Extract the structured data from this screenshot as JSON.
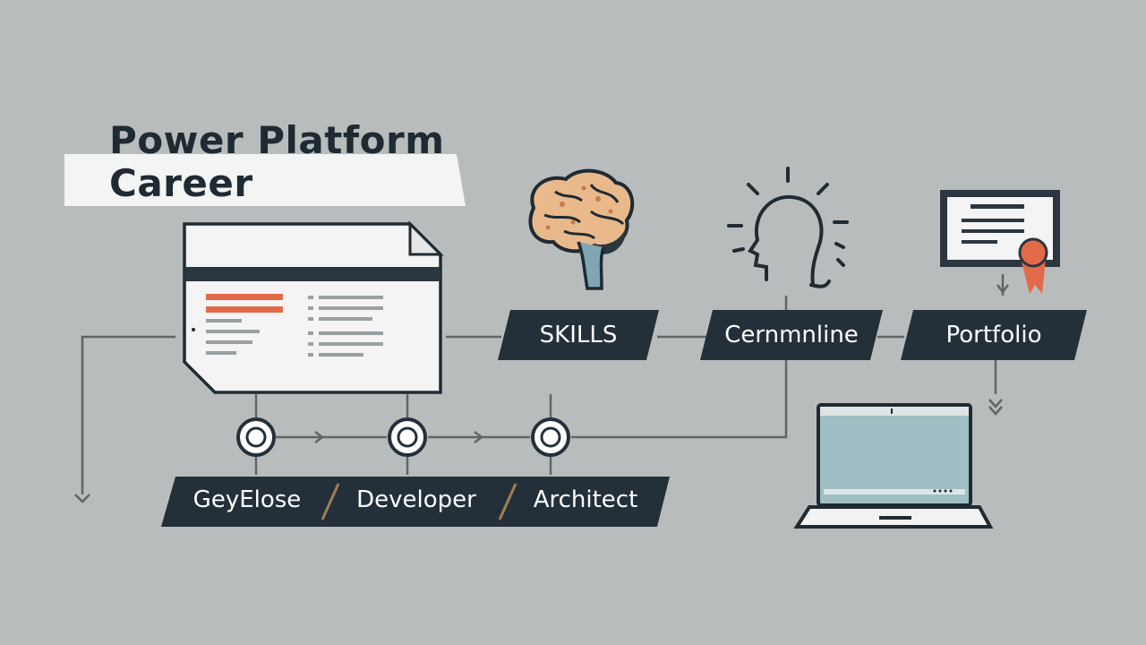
{
  "title": {
    "line1": "Power Platform",
    "line2": "Career"
  },
  "path_labels": {
    "skills": "SKILLS",
    "middle": "Cernmnline",
    "portfolio": "Portfolio"
  },
  "roles": [
    "GeyElose",
    "Developer",
    "Architect"
  ],
  "colors": {
    "background": "#b9bcbc",
    "ink": "#1f2a33",
    "accent": "#e36a48",
    "screen": "#9fbfc4",
    "brain": "#e9b98b"
  },
  "icons": [
    "document-icon",
    "brain-icon",
    "idea-head-icon",
    "certificate-icon",
    "laptop-icon"
  ]
}
